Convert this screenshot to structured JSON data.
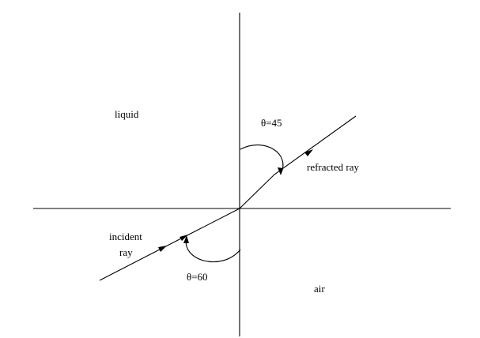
{
  "labels": {
    "top_region": "liquid",
    "bottom_region": "air",
    "incident_line1": "incident",
    "incident_line2": "ray",
    "refracted": "refracted ray",
    "angle_top": "θ=45",
    "angle_bottom": "θ=60"
  }
}
